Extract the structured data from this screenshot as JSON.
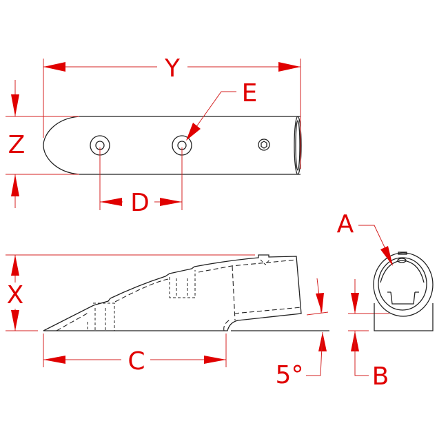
{
  "title": "Tube end fitting dimension drawing",
  "colors": {
    "dimension": "#e00000",
    "outline": "#222222"
  },
  "labels": {
    "Y": "Y",
    "Z": "Z",
    "E": "E",
    "D": "D",
    "X": "X",
    "C": "C",
    "A": "A",
    "B": "B",
    "angle": "5°"
  }
}
